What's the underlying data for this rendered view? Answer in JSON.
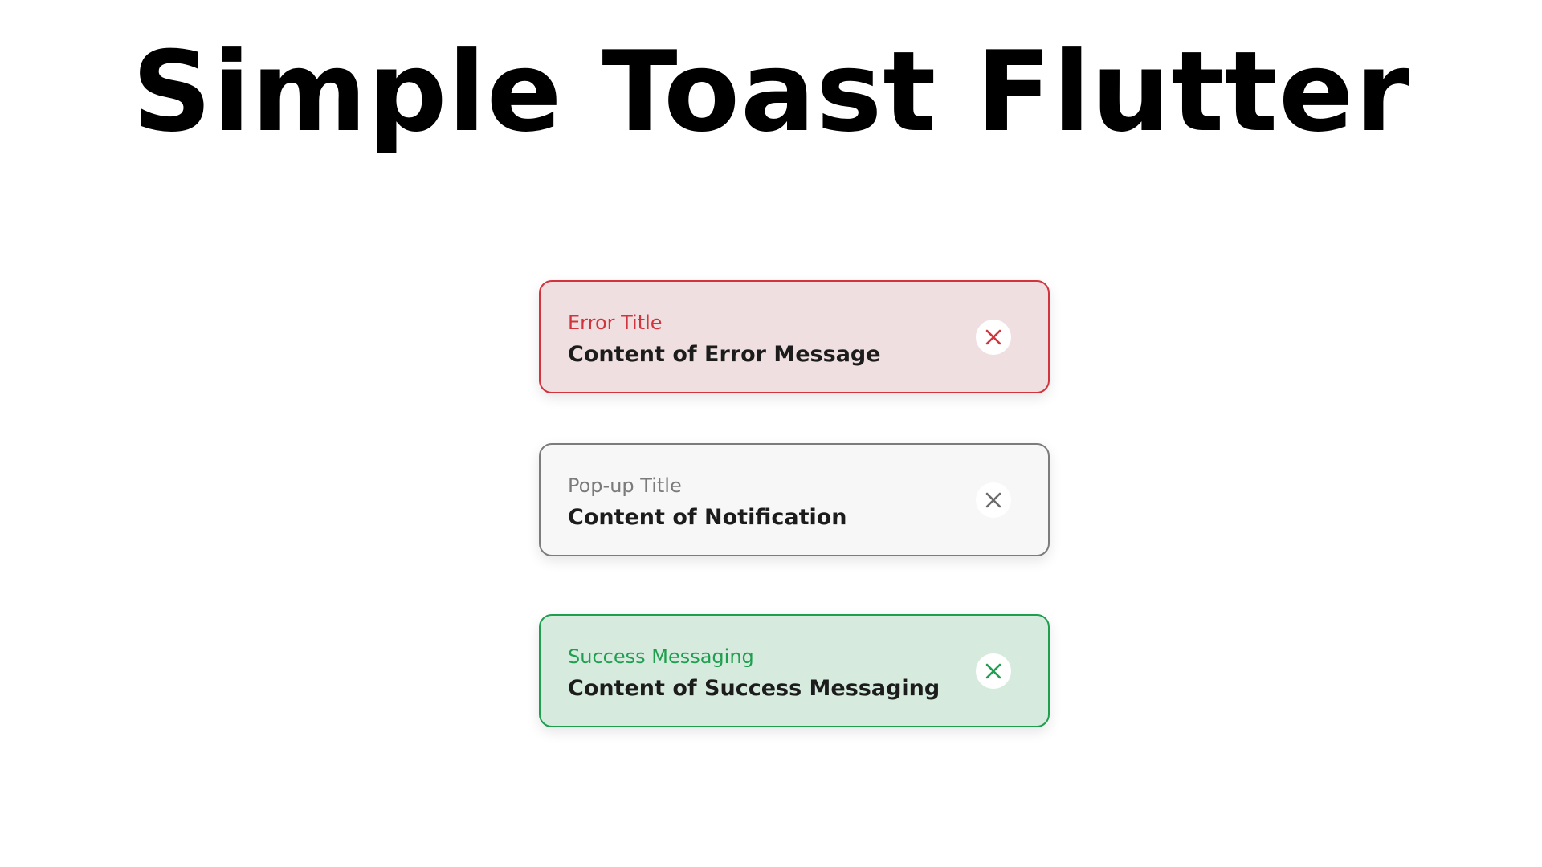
{
  "page": {
    "headline": "Simple Toast Flutter"
  },
  "toasts": [
    {
      "kind": "error",
      "title": "Error Title",
      "content": "Content of Error Message",
      "accent_color": "#d1343d",
      "background_color": "#f0dfe0",
      "close_icon": "close-icon"
    },
    {
      "kind": "notification",
      "title": "Pop-up Title",
      "content": "Content of Notification",
      "accent_color": "#7a7a7a",
      "background_color": "#f7f7f7",
      "close_icon": "close-icon"
    },
    {
      "kind": "success",
      "title": "Success Messaging",
      "content": "Content of Success Messaging",
      "accent_color": "#1f9e4f",
      "background_color": "#d6ebde",
      "close_icon": "close-icon"
    }
  ]
}
